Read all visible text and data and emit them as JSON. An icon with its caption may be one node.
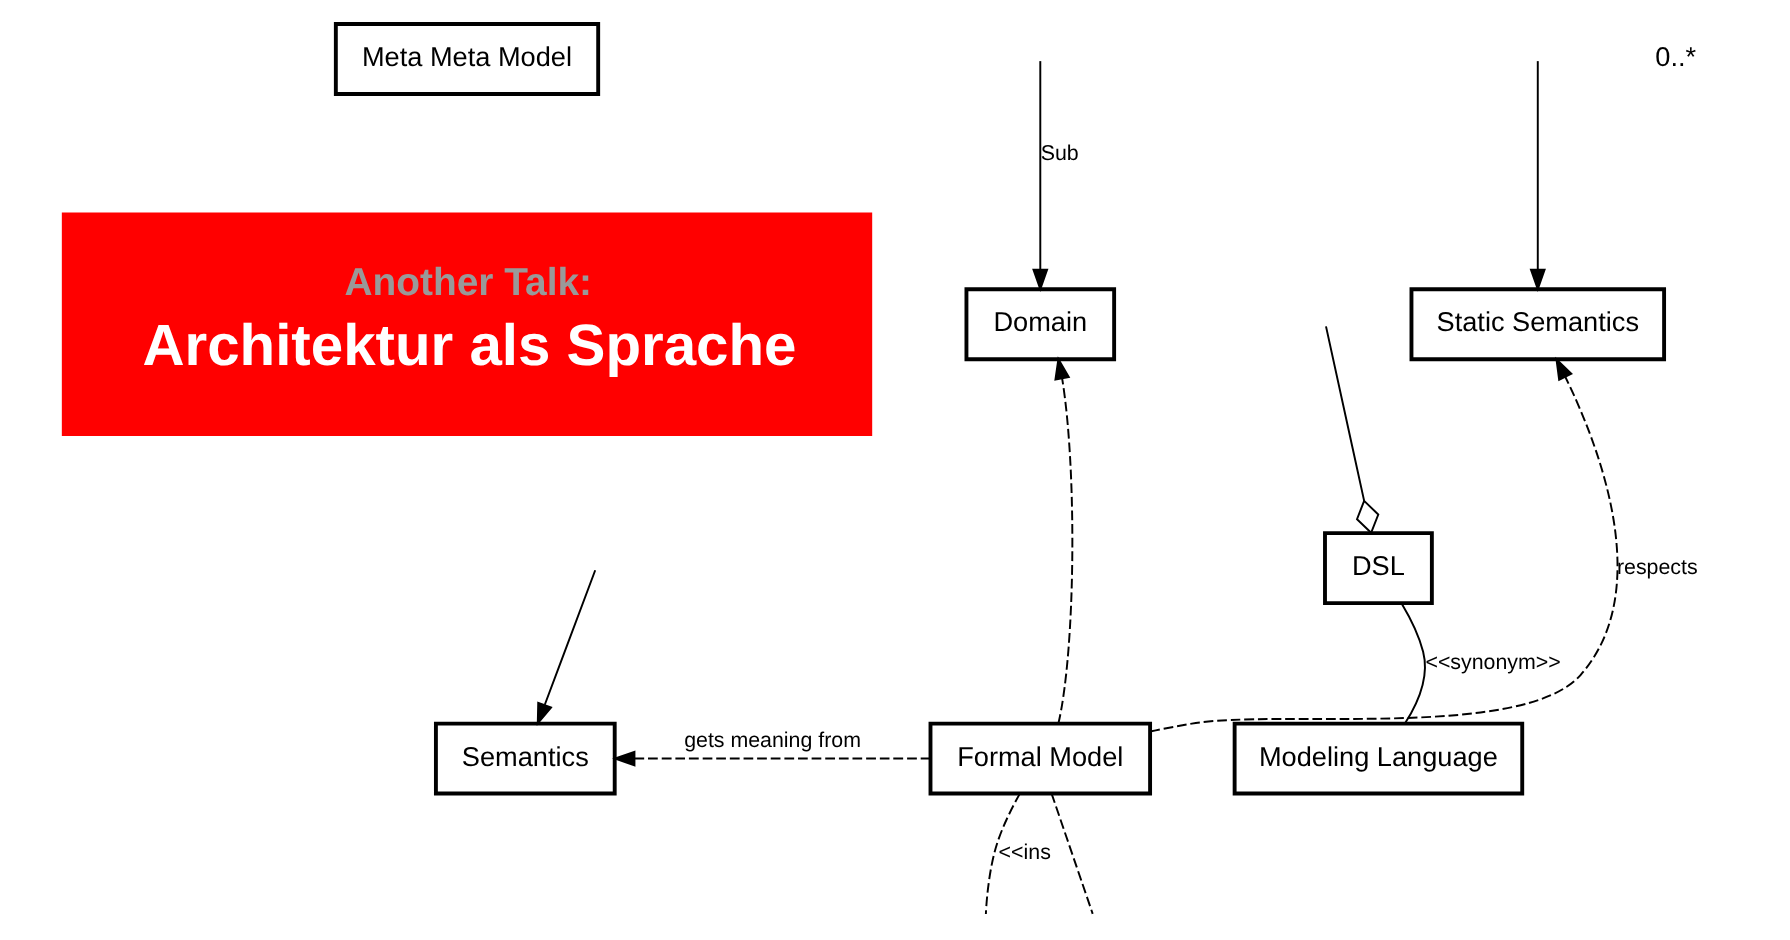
{
  "diagram": {
    "nodes": [
      {
        "text": [
          "Meta Meta Model"
        ]
      },
      {
        "text": [
          "Domain"
        ]
      },
      {
        "text": [
          "Static Semantics"
        ]
      },
      {
        "text": [
          "Another Talk:",
          "Architektur als Sprache"
        ]
      },
      {
        "text": [
          "DSL"
        ]
      },
      {
        "text": [
          "Formal Model"
        ]
      },
      {
        "text": [
          "Semantics"
        ]
      },
      {
        "text": [
          "Modeling Language"
        ]
      }
    ],
    "edges": [
      {
        "from": 5,
        "to": 1,
        "arrow": "to",
        "style": "dashed"
      },
      {
        "from": null,
        "to": 1,
        "arrow": "to",
        "label": "Sub"
      },
      {
        "from": 5,
        "to": null,
        "arrow": "none",
        "style": "dashed",
        "label": "<<ins"
      },
      {
        "from": 5,
        "to": null,
        "arrow": "none",
        "style": "dashed"
      },
      {
        "from": null,
        "to": 2,
        "arrow": "to"
      },
      {
        "from": null,
        "to": 4,
        "arrow": "other"
      },
      {
        "from": null,
        "to": 6,
        "arrow": "to"
      },
      {
        "from": 5,
        "to": 6,
        "arrow": "to",
        "style": "dashed",
        "label": "gets meaning from"
      },
      {
        "from": 4,
        "to": 7,
        "arrow": "none",
        "label": "<<synonym>>"
      },
      {
        "from": 5,
        "to": 2,
        "arrow": "to",
        "style": "dashed",
        "label": "respects"
      }
    ],
    "labels": [
      "0..*"
    ]
  }
}
